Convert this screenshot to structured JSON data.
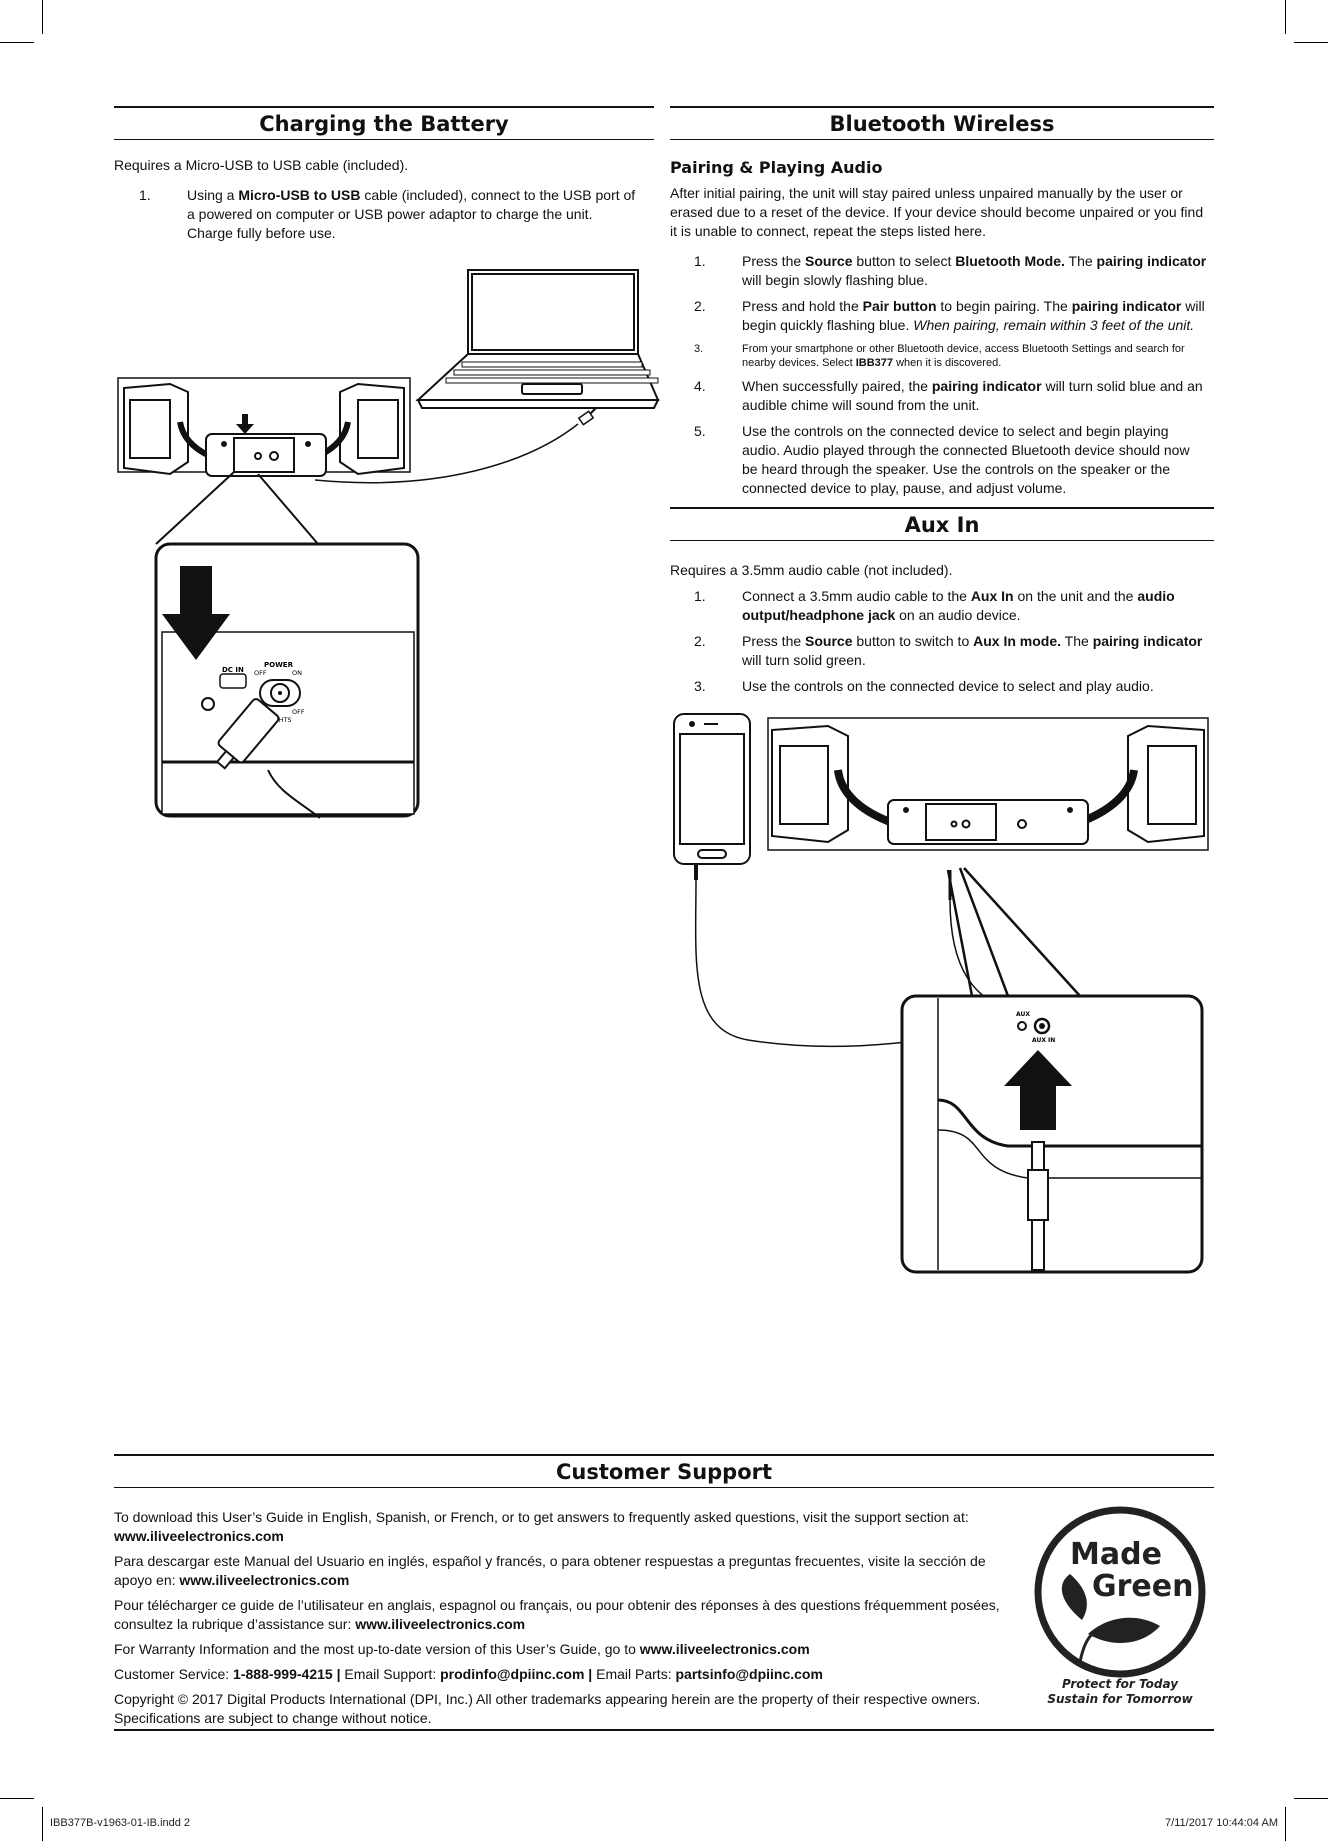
{
  "charging": {
    "title": "Charging the Battery",
    "intro": "Requires a Micro-USB to USB cable (included).",
    "steps": [
      {
        "num": "1.",
        "parts": [
          {
            "t": "Using a "
          },
          {
            "t": "Micro-USB to USB",
            "b": true
          },
          {
            "t": " cable (included), connect to the USB port of a powered on computer or USB power adaptor to charge the unit. Charge fully before use."
          }
        ]
      }
    ],
    "diagram_labels": {
      "dc_in": "DC IN",
      "power": "POWER",
      "off": "OFF",
      "on": "ON",
      "on2": "ON",
      "off2": "OFF",
      "lights": "LIGHTS"
    }
  },
  "bluetooth": {
    "title": "Bluetooth Wireless",
    "subtitle": "Pairing & Playing Audio",
    "intro": "After initial pairing, the unit will stay paired unless unpaired manually by the user or erased due to a reset of the device. If your device should become unpaired or you find it is unable to connect, repeat the steps listed here.",
    "steps": [
      {
        "num": "1.",
        "parts": [
          {
            "t": "Press the "
          },
          {
            "t": "Source",
            "b": true
          },
          {
            "t": " button to select "
          },
          {
            "t": "Bluetooth Mode.",
            "b": true
          },
          {
            "t": " The "
          },
          {
            "t": "pairing indicator",
            "b": true
          },
          {
            "t": " will begin slowly flashing blue."
          }
        ]
      },
      {
        "num": "2.",
        "parts": [
          {
            "t": "Press and hold the "
          },
          {
            "t": "Pair button",
            "b": true
          },
          {
            "t": " to begin pairing. The "
          },
          {
            "t": "pairing indicator",
            "b": true
          },
          {
            "t": " will begin quickly flashing blue. "
          },
          {
            "t": "When pairing, remain within 3 feet of the unit.",
            "i": true
          }
        ]
      },
      {
        "num": "3.",
        "small": true,
        "parts": [
          {
            "t": "From your smartphone or other Bluetooth device, access Bluetooth Settings and search for nearby devices. Select "
          },
          {
            "t": "IBB377",
            "b": true
          },
          {
            "t": " when it is discovered."
          }
        ]
      },
      {
        "num": "4.",
        "parts": [
          {
            "t": "When successfully paired, the "
          },
          {
            "t": "pairing indicator",
            "b": true
          },
          {
            "t": " will turn solid blue and an audible chime will sound from the unit."
          }
        ]
      },
      {
        "num": "5.",
        "parts": [
          {
            "t": "Use the controls on the connected device to select and begin playing audio. Audio played through the connected Bluetooth device should now be heard through the speaker. Use the controls on the speaker or the connected device to play, pause, and adjust volume."
          }
        ]
      }
    ]
  },
  "aux": {
    "title": "Aux In",
    "intro": "Requires a 3.5mm audio cable (not included).",
    "steps": [
      {
        "num": "1.",
        "parts": [
          {
            "t": "Connect a 3.5mm audio cable to the "
          },
          {
            "t": "Aux In",
            "b": true
          },
          {
            "t": " on the unit and the "
          },
          {
            "t": "audio output/headphone jack",
            "b": true
          },
          {
            "t": " on an audio device."
          }
        ]
      },
      {
        "num": "2.",
        "parts": [
          {
            "t": "Press the "
          },
          {
            "t": "Source",
            "b": true
          },
          {
            "t": " button to switch to "
          },
          {
            "t": "Aux In mode.",
            "b": true
          },
          {
            "t": " The "
          },
          {
            "t": "pairing indicator",
            "b": true
          },
          {
            "t": " will turn solid green."
          }
        ]
      },
      {
        "num": "3.",
        "parts": [
          {
            "t": "Use the controls on the connected device to select and play audio."
          }
        ]
      }
    ],
    "diagram_labels": {
      "aux": "AUX",
      "aux_in": "AUX IN"
    }
  },
  "support": {
    "title": "Customer Support",
    "paragraphs": [
      [
        {
          "t": "To download this User’s Guide in English, Spanish, or French, or to get answers to frequently asked questions, visit the support section at: "
        },
        {
          "t": "www.iliveelectronics.com",
          "b": true
        }
      ],
      [
        {
          "t": "Para descargar este Manual del Usuario en inglés, español y francés, o para obtener respuestas a preguntas frecuentes, visite la sección de apoyo en: "
        },
        {
          "t": "www.iliveelectronics.com",
          "b": true
        }
      ],
      [
        {
          "t": "Pour télécharger ce guide de l’utilisateur en anglais, espagnol ou français, ou pour obtenir des réponses à des questions fréquemment posées, consultez la rubrique d’assistance sur: "
        },
        {
          "t": "www.iliveelectronics.com",
          "b": true
        }
      ],
      [
        {
          "t": "For Warranty Information and the most up-to-date version of this User’s Guide, go to "
        },
        {
          "t": "www.iliveelectronics.com",
          "b": true
        }
      ],
      [
        {
          "t": "Customer Service: "
        },
        {
          "t": "1-888-999-4215",
          "b": true
        },
        {
          "t": " | ",
          "b": true
        },
        {
          "t": "Email Support: "
        },
        {
          "t": "prodinfo@dpiinc.com",
          "b": true
        },
        {
          "t": " | ",
          "b": true
        },
        {
          "t": "Email Parts: "
        },
        {
          "t": "partsinfo@dpiinc.com",
          "b": true
        }
      ],
      [
        {
          "t": "Copyright © 2017 Digital Products International (DPI, Inc.) All other trademarks appearing herein are the property of their respective owners. Specifications are subject to change without notice."
        }
      ]
    ],
    "badge": {
      "line1": "Made",
      "line2": "Green",
      "tag1": "Protect for Today",
      "tag2": "Sustain for Tomorrow"
    }
  },
  "footer": {
    "left": "IBB377B-v1963-01-IB.indd   2",
    "right": "7/11/2017   10:44:04 AM"
  }
}
